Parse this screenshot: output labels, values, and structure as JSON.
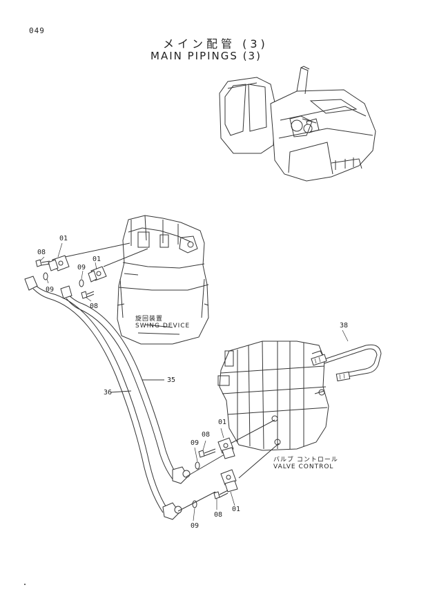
{
  "page_number": "049",
  "title_jp": "メイン配管 (3)",
  "title_en": "MAIN PIPINGS (3)",
  "parts": {
    "p01_a": "01",
    "p01_b": "01",
    "p01_c": "01",
    "p01_d": "01",
    "p08_a": "08",
    "p08_b": "08",
    "p08_c": "08",
    "p08_d": "08",
    "p09_a": "09",
    "p09_b": "09",
    "p09_c": "09",
    "p09_d": "09",
    "p35": "35",
    "p36": "36",
    "p38": "38"
  },
  "captions": {
    "swing_jp": "旋回装置",
    "swing_en": "SWING DEVICE",
    "valve_jp": "バルブ コントロール",
    "valve_en": "VALVE CONTROL"
  }
}
